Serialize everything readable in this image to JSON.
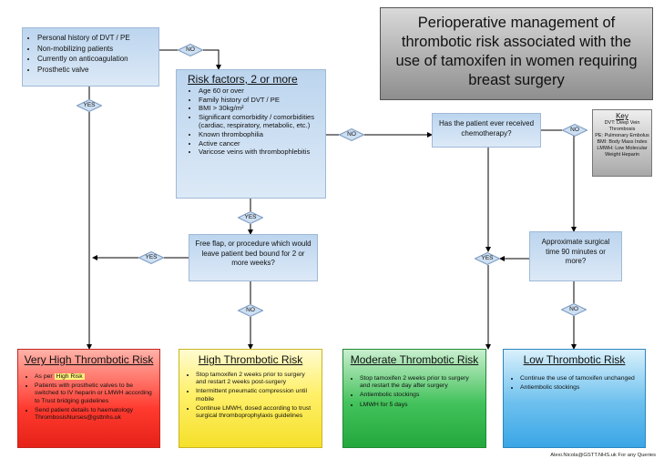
{
  "title": "Perioperative management of thrombotic risk associated with the use of tamoxifen in women requiring breast surgery",
  "top_left_box": {
    "items": [
      "Personal history of DVT / PE",
      "Non-mobilizing patients",
      "Currently on anticoagulation",
      "Prosthetic valve"
    ]
  },
  "risk_factors": {
    "heading": "Risk factors, 2 or more",
    "items": [
      "Age 60 or over",
      "Family history of DVT / PE",
      "BMI  > 30kg/m²",
      "Significant comorbidity / comorbidities (cardiac, respiratory, metabolic, etc.)",
      "Known thrombophilia",
      "Active cancer",
      "Varicose veins with thrombophlebitis"
    ]
  },
  "chemo_question": "Has the patient ever received chemotherapy?",
  "flap_question": "Free flap, or procedure which would leave patient bed bound for 2 or more weeks?",
  "surgical_time_question": "Approximate surgical time 90 minutes or more?",
  "labels": {
    "yes": "YES",
    "no": "NO"
  },
  "key": {
    "title": "Key",
    "lines": [
      "DVT: Deep Vein Thrombosis",
      "PE: Pulmonary Embolus",
      "BMI: Body Mass Index",
      "LMWH: Low Molecular Weight Heparin"
    ]
  },
  "risk_boxes": {
    "very_high": {
      "title": "Very High Thrombotic Risk",
      "as_per": "As per",
      "high_risk_highlight": "High Risk",
      "items": [
        "Patients with prosthetic valves to be switched to IV heparin or LMWH according to Trust bridging guidelines",
        "Send patient details to haematology ThrombosisNurses@gsttnhs.uk"
      ]
    },
    "high": {
      "title": "High Thrombotic Risk",
      "items": [
        "Stop tamoxifen 2 weeks prior to surgery and restart 2 weeks post-surgery",
        "Intermittent pneumatic compression until mobile",
        "Continue LMWH, dosed according to trust surgical thromboprophylaxis guidelines"
      ]
    },
    "moderate": {
      "title": "Moderate Thrombotic  Risk",
      "items": [
        "Stop tamoxifen 2 weeks prior to surgery and restart the day after surgery",
        "Antiembolic stockings",
        "LMWH for 5 days"
      ]
    },
    "low": {
      "title": "Low Thrombotic Risk",
      "items": [
        "Continue the use of tamoxifen unchanged",
        "Antiembolic stockings"
      ]
    }
  },
  "footer": "Alexi.Nicola@GSTT.NHS.uk For any Queries",
  "colors": {
    "very_high": "#ff3b30",
    "high": "#ffe94d",
    "moderate": "#2fb84a",
    "low": "#39a8e8",
    "title_box": "#9a9a9a",
    "box_blue": "#cddff2"
  }
}
